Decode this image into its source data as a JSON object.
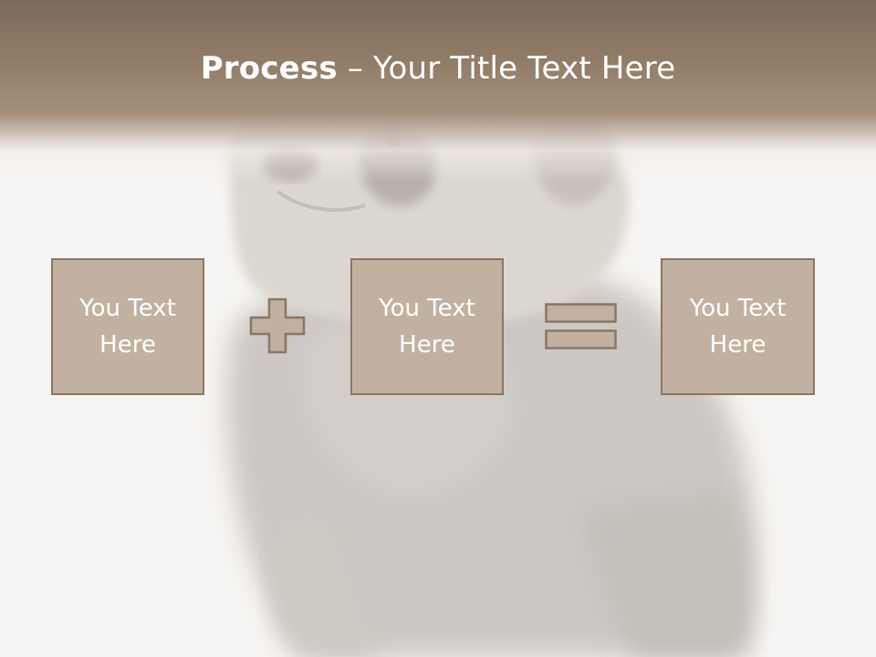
{
  "slide": {
    "title_bold": "Process",
    "title_rest": " – Your Title Text Here",
    "box1": {
      "line1": "You Text",
      "line2": "Here"
    },
    "box2": {
      "line1": "You Text",
      "line2": "Here"
    },
    "box3": {
      "line1": "You Text",
      "line2": "Here"
    },
    "operator_plus": "plus-icon",
    "operator_equals": "equals-icon",
    "background": "panda-photo"
  },
  "colors": {
    "header": "#8f7a66",
    "box_fill": "#c2b1a1",
    "box_border": "#8a7665",
    "text": "#ffffff"
  }
}
